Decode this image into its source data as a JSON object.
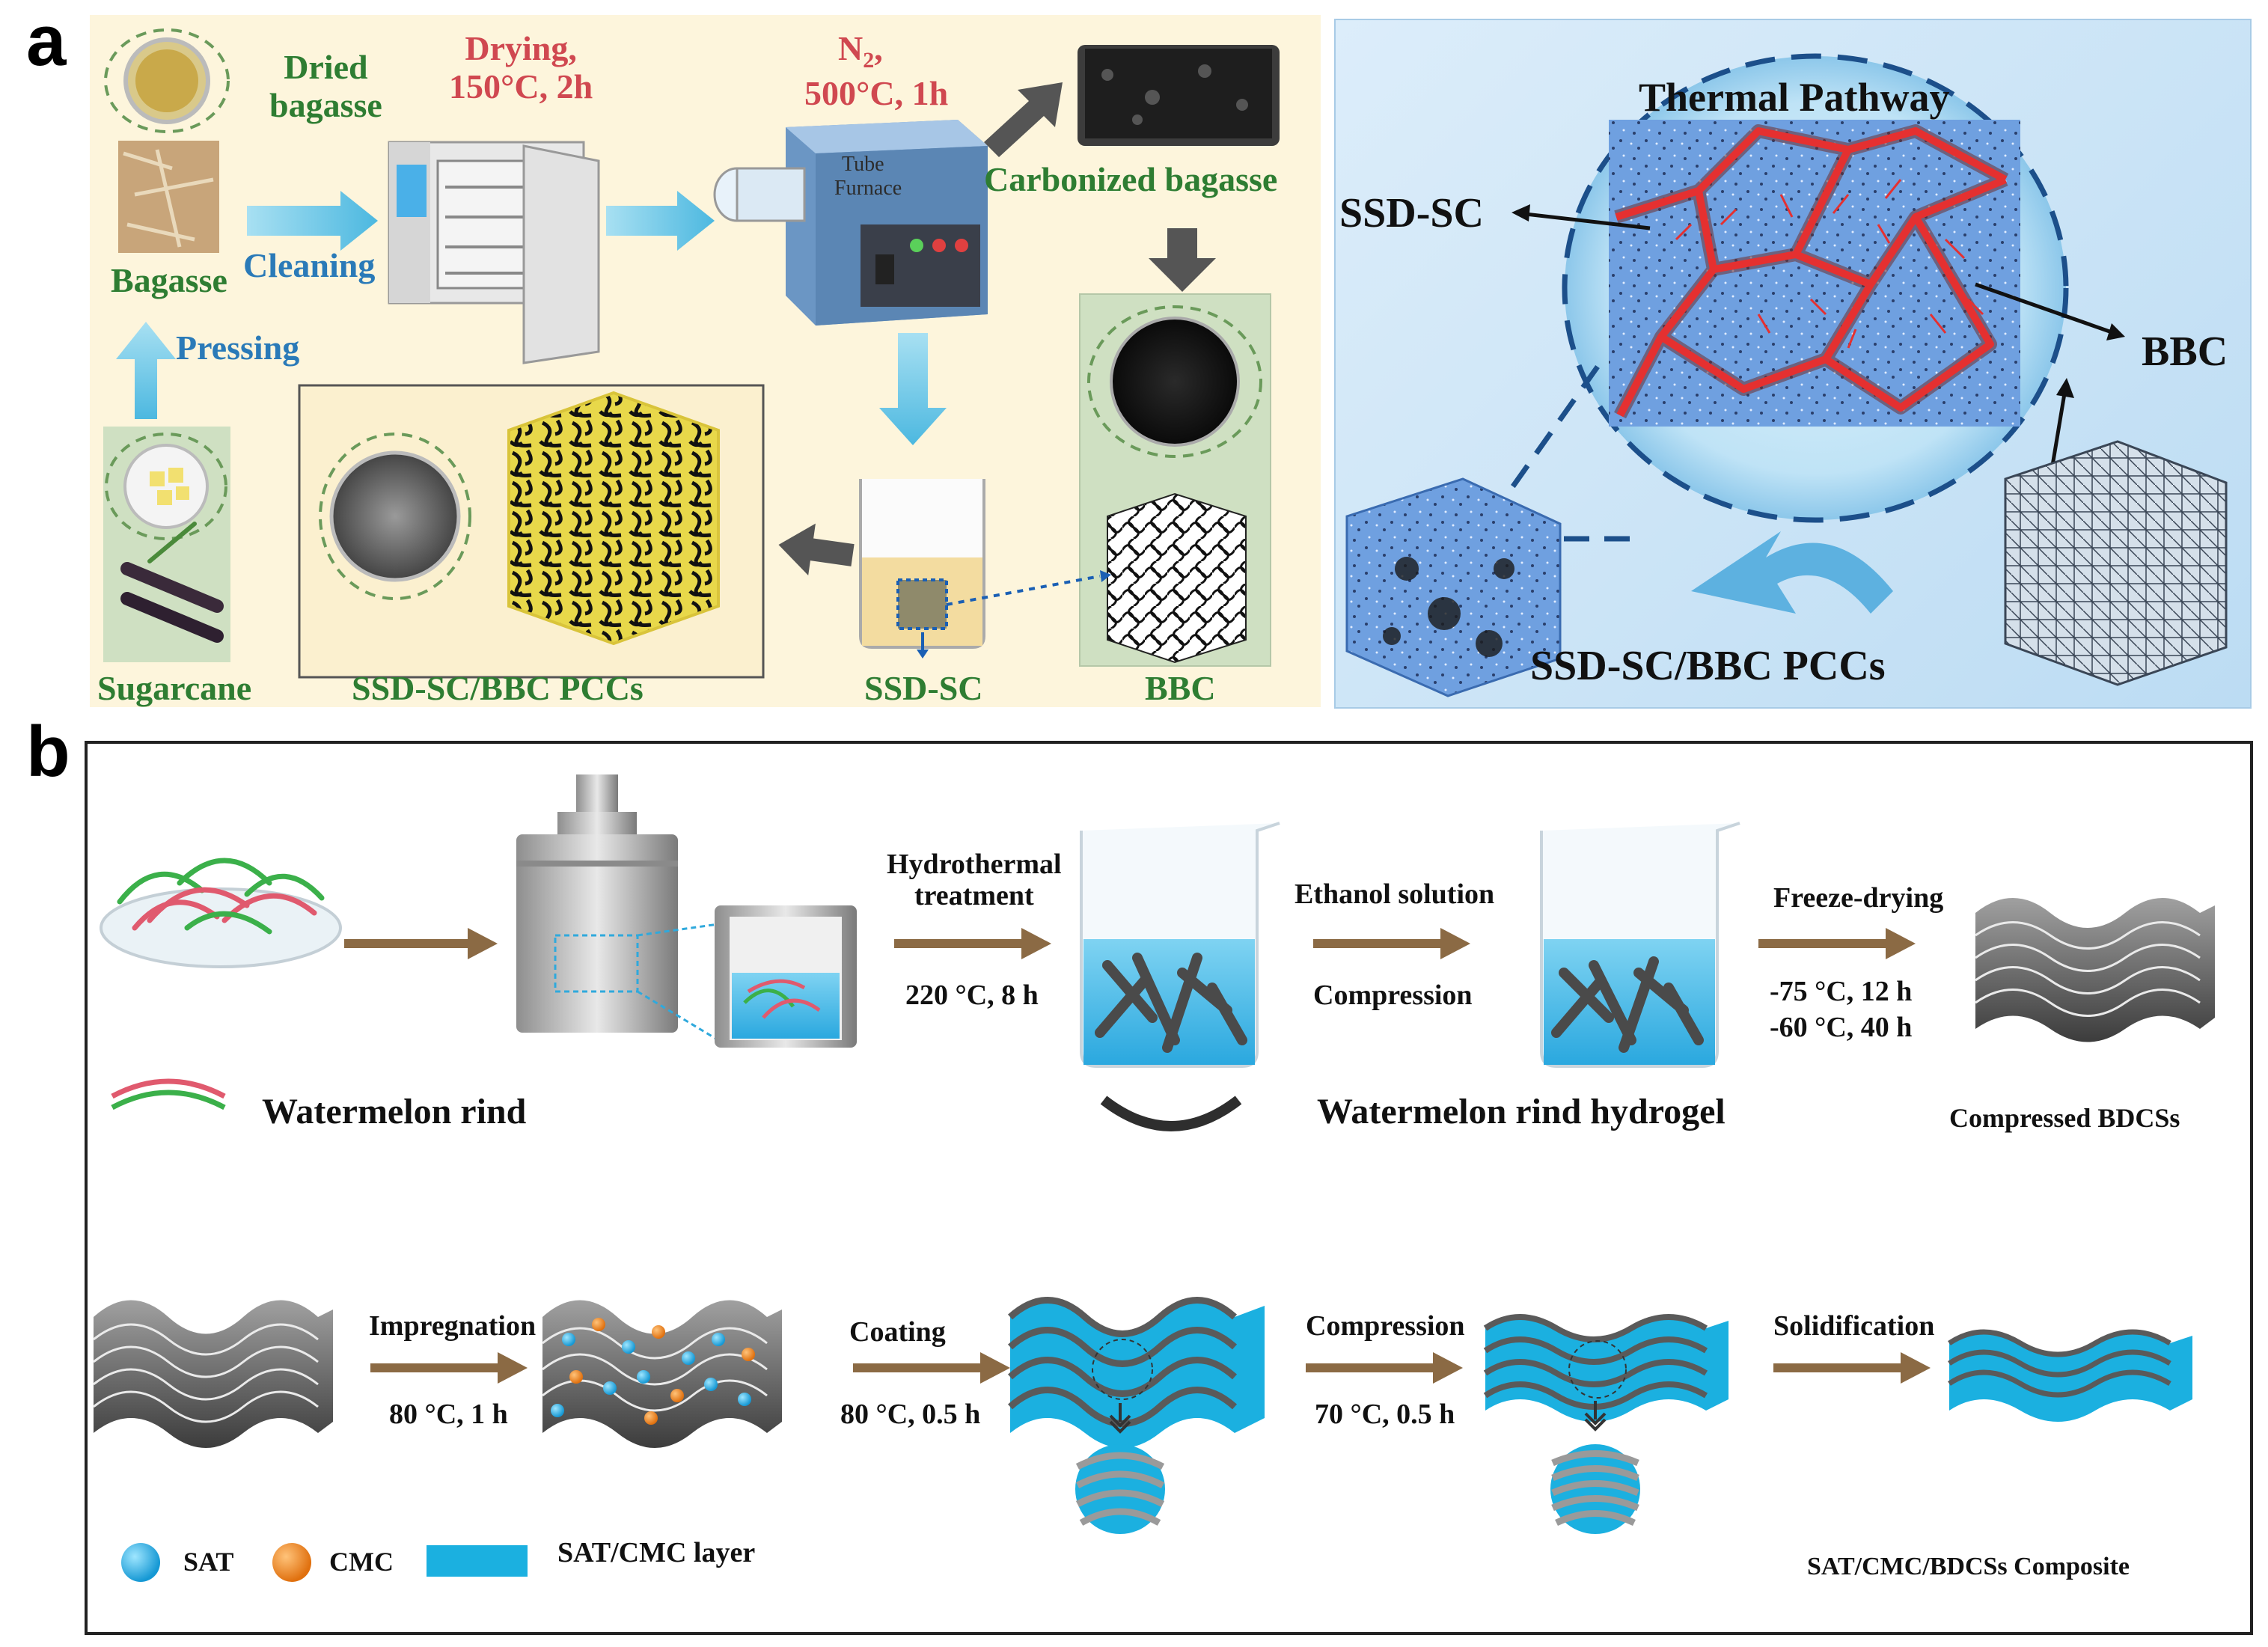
{
  "panel_a": {
    "letter": "a",
    "dried_bagasse": "Dried\nbagasse",
    "drying": "Drying,\n150°C, 2h",
    "n2": "N",
    "n2_sub": "2",
    "n2_cond": "500°C, 1h",
    "tube_furnace": "Tube\nFurnace",
    "carbonized_bagasse": "Carbonized bagasse",
    "cleaning": "Cleaning",
    "bagasse": "Bagasse",
    "pressing": "Pressing",
    "sugarcane": "Sugarcane",
    "composite": "SSD-SC/BBC PCCs",
    "ssd_sc": "SSD-SC",
    "bbc": "BBC",
    "thermal_pathway": "Thermal Pathway",
    "ssd_sc_right": "SSD-SC",
    "bbc_right": "BBC",
    "composite_right": "SSD-SC/BBC PCCs"
  },
  "panel_b": {
    "letter": "b",
    "hydrothermal": "Hydrothermal\ntreatment",
    "hydro_cond": "220 °C, 8 h",
    "ethanol": "Ethanol solution",
    "compression1": "Compression",
    "freeze": "Freeze-drying",
    "freeze_cond1": "-75 °C, 12 h",
    "freeze_cond2": "-60 °C, 40 h",
    "watermelon_rind": "Watermelon rind",
    "hydrogel": "Watermelon rind hydrogel",
    "compressed": "Compressed BDCSs",
    "impregnation": "Impregnation",
    "imp_cond": "80 °C, 1 h",
    "coating": "Coating",
    "coat_cond": "80 °C, 0.5 h",
    "compression2": "Compression",
    "comp_cond": "70 °C, 0.5 h",
    "solidification": "Solidification",
    "legend_sat": "SAT",
    "legend_cmc": "CMC",
    "legend_layer": "SAT/CMC layer",
    "final": "SAT/CMC/BDCSs Composite"
  },
  "colors": {
    "panel_a_left_bg": "#fdf5dc",
    "panel_a_right_bg": "#cfe6f7",
    "process_arrow_blue": "#6ec8e8",
    "process_arrow_gray": "#555555",
    "process_arrow_brown": "#8b6a44",
    "label_green": "#2e7d32",
    "label_red": "#d04850",
    "label_blue": "#2a7ab8",
    "sat_blue": "#29b5e8",
    "cmc_orange": "#f08a24"
  }
}
